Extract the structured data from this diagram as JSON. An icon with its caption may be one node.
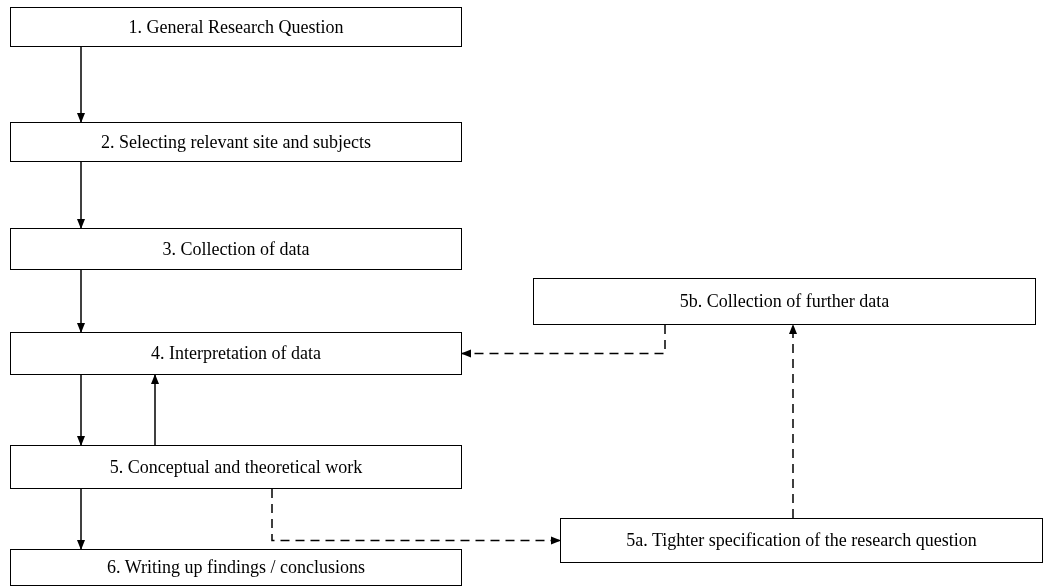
{
  "diagram": {
    "nodes": [
      {
        "text": [
          "1. General Research Question"
        ]
      },
      {
        "text": [
          "2. Selecting relevant site and subjects"
        ]
      },
      {
        "text": [
          "3. Collection of data"
        ]
      },
      {
        "text": [
          "4. Interpretation of data"
        ]
      },
      {
        "text": [
          "5. Conceptual and theoretical work"
        ]
      },
      {
        "text": [
          "6. Writing up findings / conclusions"
        ]
      },
      {
        "text": [
          "5b. Collection of further data"
        ]
      },
      {
        "text": [
          "5a. Tighter specification of the research question"
        ]
      }
    ],
    "edges": [
      {
        "from": 0,
        "to": 1,
        "arrow": "to"
      },
      {
        "from": 1,
        "to": 2,
        "arrow": "to"
      },
      {
        "from": 2,
        "to": 3,
        "arrow": "to"
      },
      {
        "from": 3,
        "to": 4,
        "arrow": "to"
      },
      {
        "from": 4,
        "to": 3,
        "arrow": "to"
      },
      {
        "from": 4,
        "to": 5,
        "arrow": "to"
      },
      {
        "from": 4,
        "to": 7,
        "arrow": "to",
        "style": "dashed"
      },
      {
        "from": 7,
        "to": 6,
        "arrow": "to",
        "style": "dashed"
      },
      {
        "from": 6,
        "to": 3,
        "arrow": "to",
        "style": "dashed"
      }
    ]
  }
}
